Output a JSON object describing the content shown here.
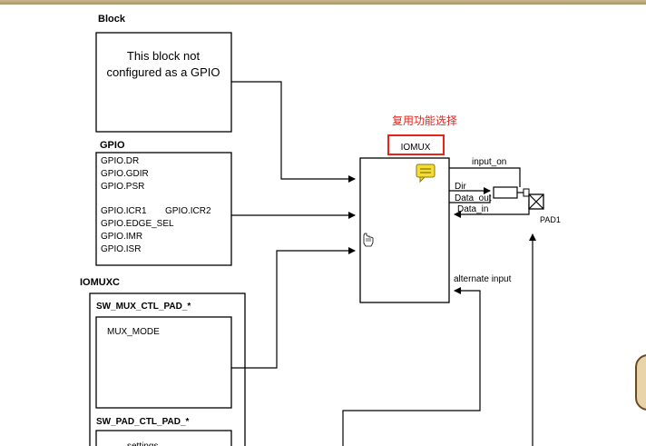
{
  "block_section": {
    "title": "Block",
    "box_line1": "This block not",
    "box_line2": "configured as a GPIO"
  },
  "gpio_section": {
    "title": "GPIO",
    "regs_col1": [
      "GPIO.DR",
      "GPIO.GDIR",
      "GPIO.PSR",
      "GPIO.ICR1",
      "GPIO.EDGE_SEL",
      "GPIO.IMR",
      "GPIO.ISR"
    ],
    "reg_col2": "GPIO.ICR2"
  },
  "iomuxc_section": {
    "title": "IOMUXC",
    "mux_ctl_title": "SW_MUX_CTL_PAD_*",
    "mux_mode": "MUX_MODE",
    "pad_ctl_title": "SW_PAD_CTL_PAD_*",
    "pad_settings_partial": "settings"
  },
  "iomux": {
    "annotation": "复用功能选择",
    "label": "IOMUX",
    "annotation_color": "#e8231a"
  },
  "signals": {
    "input_on": "input_on",
    "dir": "Dir",
    "data_out": "Data_out",
    "data_in": "Data_in",
    "alternate_input": "alternate input",
    "pad": "PAD1"
  },
  "icons": {
    "comment": "comment-icon",
    "cursor": "hand-cursor-icon"
  }
}
